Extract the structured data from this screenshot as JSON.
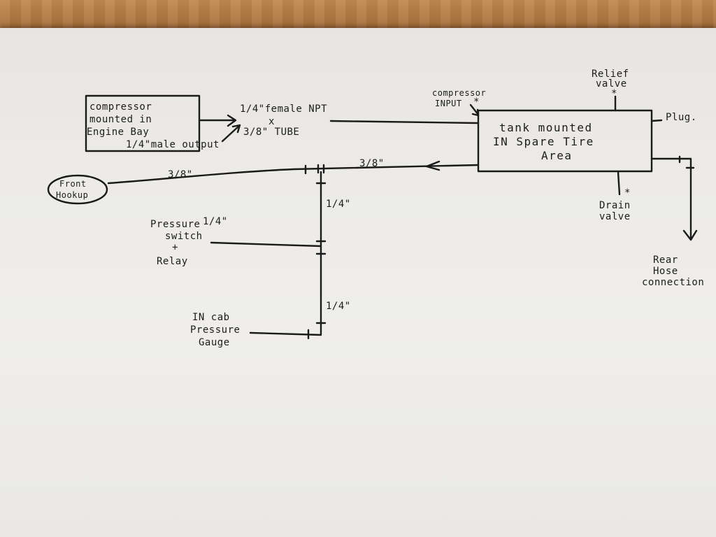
{
  "labels": {
    "compressor": [
      "compressor",
      "mounted in",
      "Engine Bay",
      "1/4\"male output"
    ],
    "fitting": [
      "1/4\"female NPT",
      "x",
      "3/8\" TUBE"
    ],
    "compressor_input": [
      "compressor",
      "INPUT"
    ],
    "tank": [
      "tank mounted",
      "IN Spare Tire",
      "Area"
    ],
    "relief_valve": [
      "Relief",
      "valve"
    ],
    "plug": "Plug.",
    "drain_valve": [
      "Drain",
      "valve"
    ],
    "front_hookup": [
      "Front",
      "Hookup"
    ],
    "rear_hose": [
      "Rear",
      "Hose",
      "connection"
    ],
    "pressure_switch": [
      "Pressure",
      "switch",
      "+",
      "Relay"
    ],
    "pressure_switch_size": "1/4\"",
    "cab_gauge": [
      "IN cab",
      "Pressure",
      "Gauge"
    ],
    "main_line_left": "3/8\"",
    "main_line_right": "3/8\"",
    "tee_line_top": "1/4\"",
    "tee_line_bottom": "1/4\"",
    "asterisk": "*",
    "arrow_mark": "<"
  }
}
